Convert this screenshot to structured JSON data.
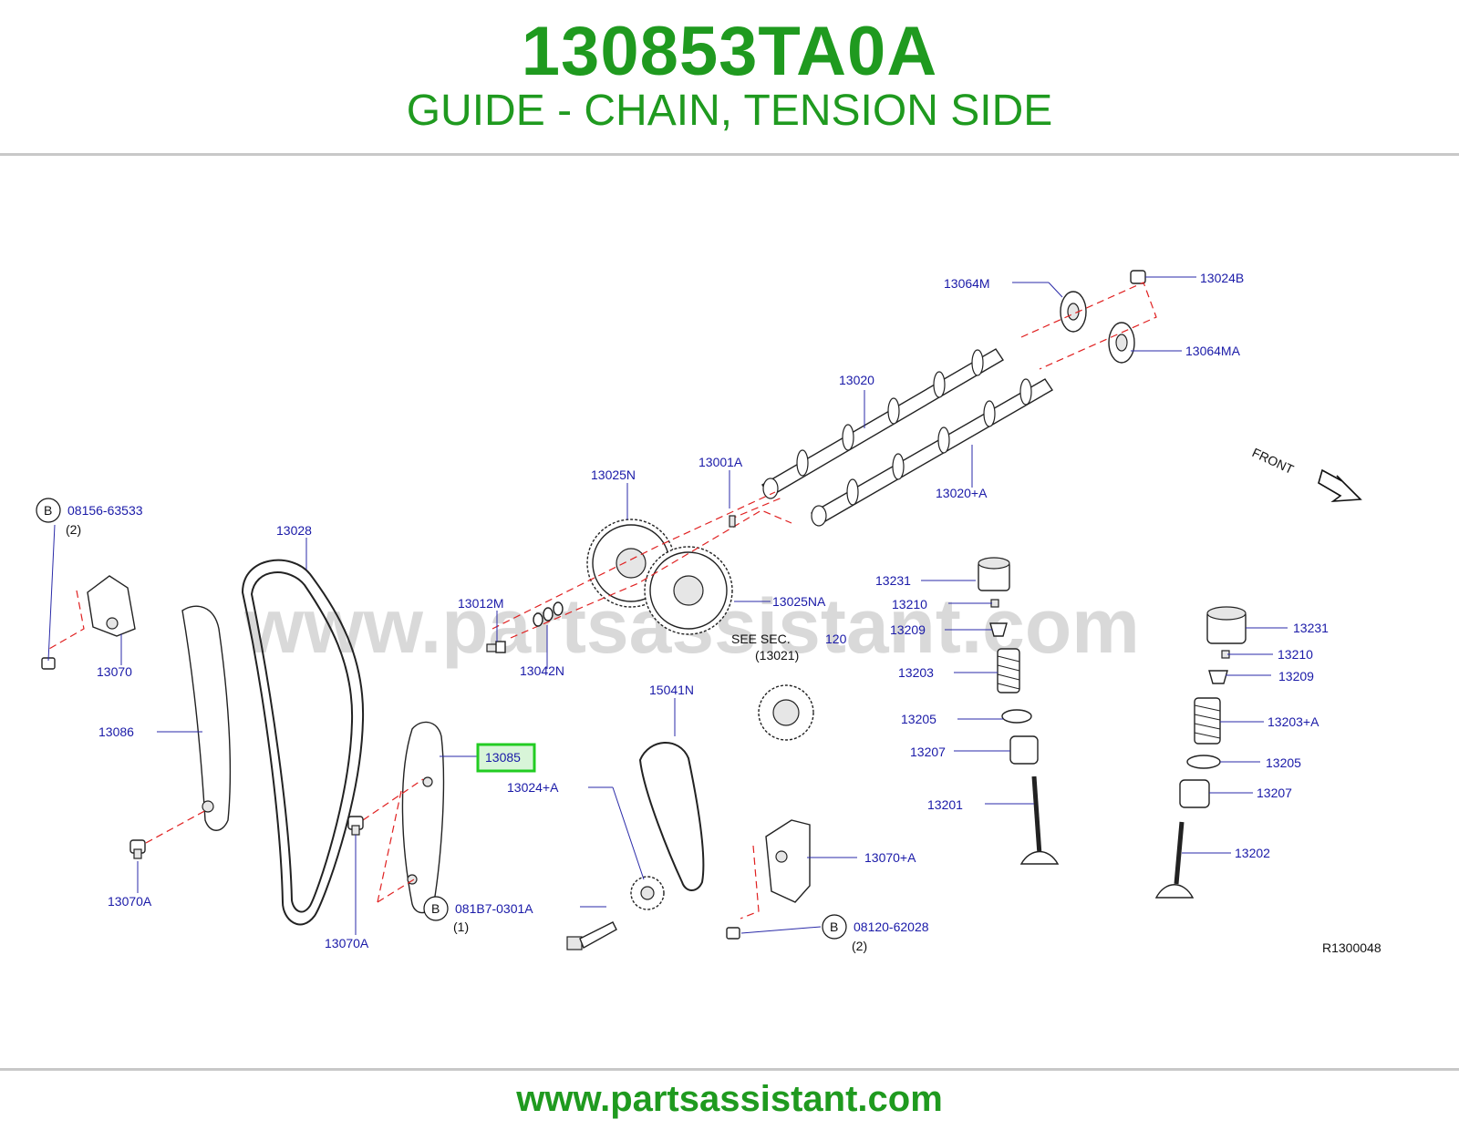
{
  "header": {
    "part_number": "130853TA0A",
    "description": "GUIDE - CHAIN, TENSION SIDE"
  },
  "footer": {
    "website": "www.partsassistant.com"
  },
  "watermark": "www.partsassistant.com",
  "diagram": {
    "reference_code": "R1300048",
    "front_label": "FRONT",
    "highlighted_part": "13085",
    "see_section": {
      "text": "SEE  SEC.",
      "section": "120",
      "ref": "(13021)"
    },
    "bolt_callouts": [
      {
        "badge": "B",
        "part": "08156-63533",
        "qty": "(2)"
      },
      {
        "badge": "B",
        "part": "081B7-0301A",
        "qty": "(1)"
      },
      {
        "badge": "B",
        "part": "08120-62028",
        "qty": "(2)"
      }
    ],
    "labels": [
      "13064M",
      "13024B",
      "13064MA",
      "13020",
      "13020+A",
      "13001A",
      "13025N",
      "13025NA",
      "13028",
      "13012M",
      "13042N",
      "13070",
      "13086",
      "13070A",
      "13070A",
      "13024+A",
      "15041N",
      "13070+A",
      "13231",
      "13210",
      "13209",
      "13203",
      "13205",
      "13207",
      "13201",
      "13231",
      "13210",
      "13209",
      "13203+A",
      "13205",
      "13207",
      "13202"
    ]
  },
  "colors": {
    "brand_green": "#1f9a1f",
    "label_blue": "#1a1aa8",
    "highlight": "#22cc22",
    "dashed_red": "#e02020"
  }
}
